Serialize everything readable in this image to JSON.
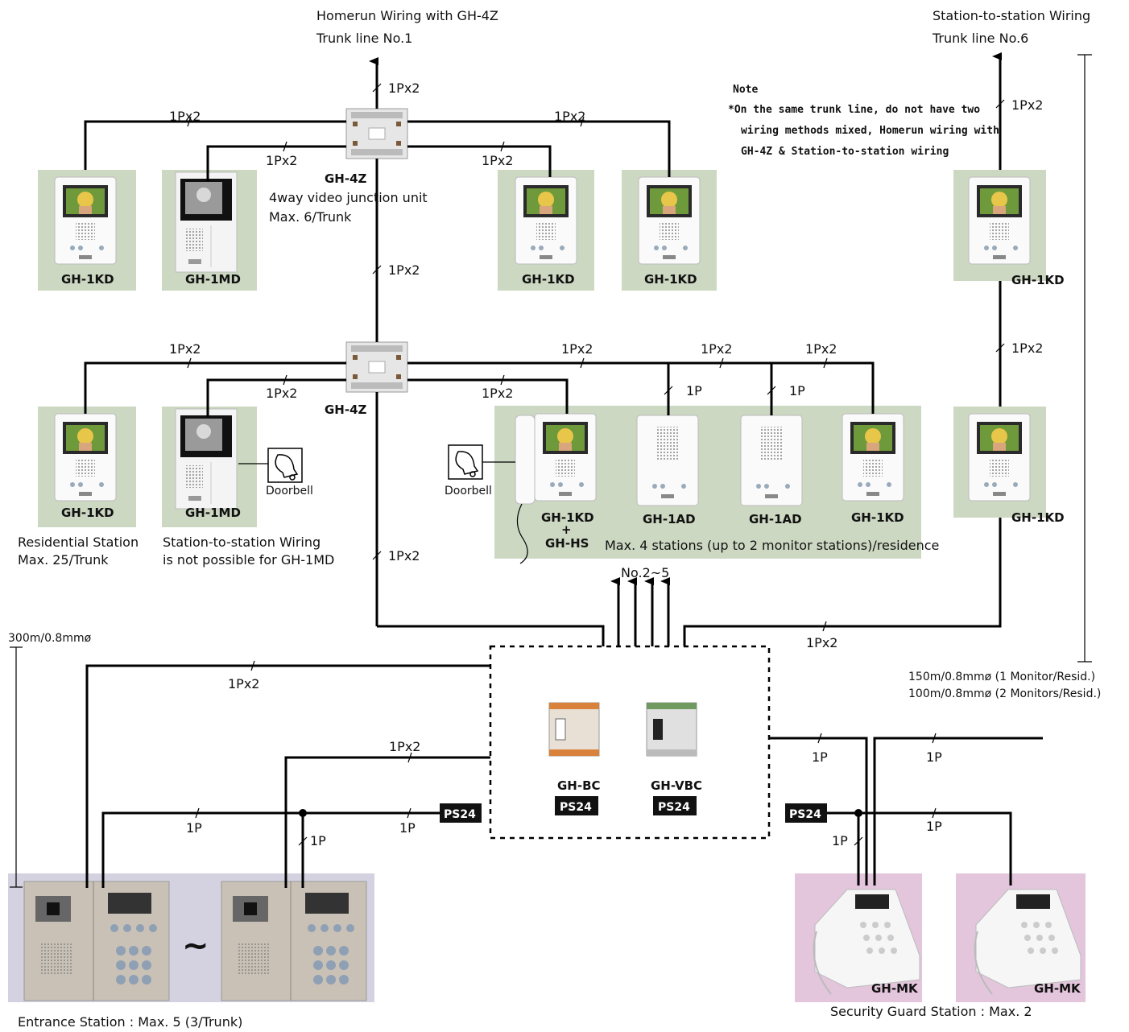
{
  "top_left": {
    "line1": "Homerun Wiring with GH-4Z",
    "line2": "Trunk line No.1"
  },
  "top_right": {
    "line1": "Station-to-station Wiring",
    "line2": "Trunk line No.6"
  },
  "note": {
    "title": "Note",
    "line1": "*On the same trunk line, do not have two",
    "line2": "wiring methods mixed, Homerun wiring with",
    "line3": "GH-4Z & Station-to-station wiring"
  },
  "cables": {
    "p2": "1Px2",
    "p1": "1P"
  },
  "junction": {
    "name": "GH-4Z",
    "desc": "4way video junction unit",
    "max": "Max. 6/Trunk"
  },
  "models": {
    "kd": "GH-1KD",
    "md": "GH-1MD",
    "ad": "GH-1AD",
    "hs_top": "GH-1KD",
    "plus": "+",
    "hs": "GH-HS",
    "bc": "GH-BC",
    "vbc": "GH-VBC",
    "mk": "GH-MK",
    "ps24": "PS24"
  },
  "doorbell": "Doorbell",
  "residential": {
    "line1": "Residential Station",
    "line2": "Max. 25/Trunk"
  },
  "md_note": {
    "line1": "Station-to-station Wiring",
    "line2": "is not possible for GH-1MD"
  },
  "residence_max": "Max. 4 stations (up to 2 monitor stations)/residence",
  "trunks": "No.2~5",
  "dist_left": "300m/0.8mmø",
  "dist_right1": "150m/0.8mmø  (1 Monitor/Resid.)",
  "dist_right2": "100m/0.8mmø  (2 Monitors/Resid.)",
  "entrance": "Entrance Station : Max. 5 (3/Trunk)",
  "tilde": "~",
  "guard": "Security Guard Station : Max. 2"
}
